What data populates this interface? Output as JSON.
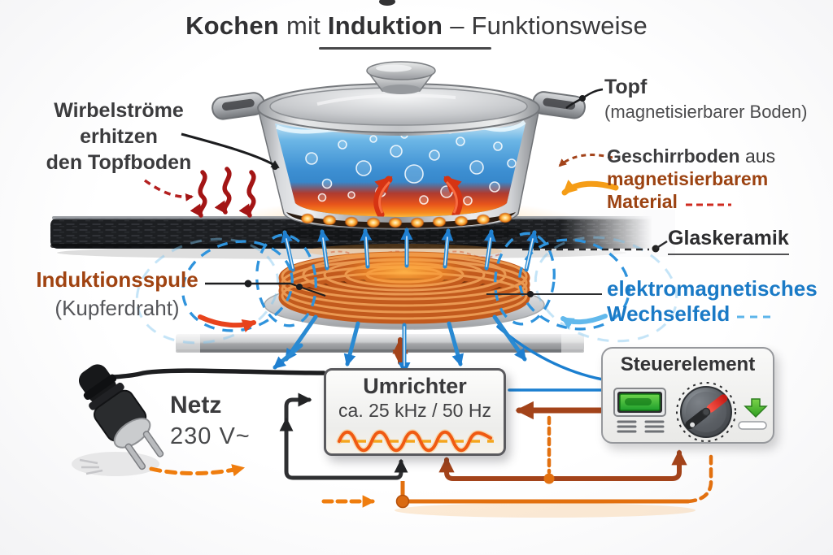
{
  "title": {
    "part1": "Kochen",
    "part2": "mit",
    "part3": "Induktion",
    "part4": "– Funktionsweise"
  },
  "labels": {
    "wirbelstroeme": {
      "line1": "Wirbelströme",
      "line2": "erhitzen",
      "line3": "den Topfboden"
    },
    "topf": {
      "title": "Topf",
      "subtitle": "(magnetisierbarer Boden)"
    },
    "geschirrboden": {
      "bold": "Geschirrboden",
      "regular": "aus",
      "line2": "magnetisierbarem",
      "line3": "Material"
    },
    "glaskeramik": "Glaskeramik",
    "wechselfeld": {
      "line1": "elektromagnetisches",
      "line2": "Wechselfeld"
    },
    "induktionsspule": {
      "title": "Induktionsspule",
      "subtitle": "(Kupferdraht)"
    },
    "netz": {
      "title": "Netz",
      "voltage": "230 V~"
    }
  },
  "boxes": {
    "umrichter": {
      "title": "Umrichter",
      "frequency": "ca. 25 kHz / 50 Hz"
    },
    "steuerelement": {
      "title": "Steuerelement"
    }
  },
  "icons": {
    "pot": "cooking-pot-icon",
    "coil": "induction-coil-icon",
    "plug": "power-plug-icon",
    "knob": "control-knob-icon",
    "display": "lcd-display-icon",
    "wave": "sine-wave-icon",
    "field": "magnetic-field-arrows-icon",
    "heat": "heat-waves-icon"
  },
  "colors": {
    "brown_label": "#9c4312",
    "blue_label": "#1a7ac6",
    "wire_brown": "#a3431a",
    "wire_orange": "#e2700f",
    "wire_blue": "#1b7fd0",
    "wire_black": "#2f3032",
    "heat_red": "#a31515",
    "copper": "#c25a1d",
    "water_blue": "#3d8fd2",
    "accent_green": "#3fae2a",
    "hot_orange": "#f68a1f"
  }
}
